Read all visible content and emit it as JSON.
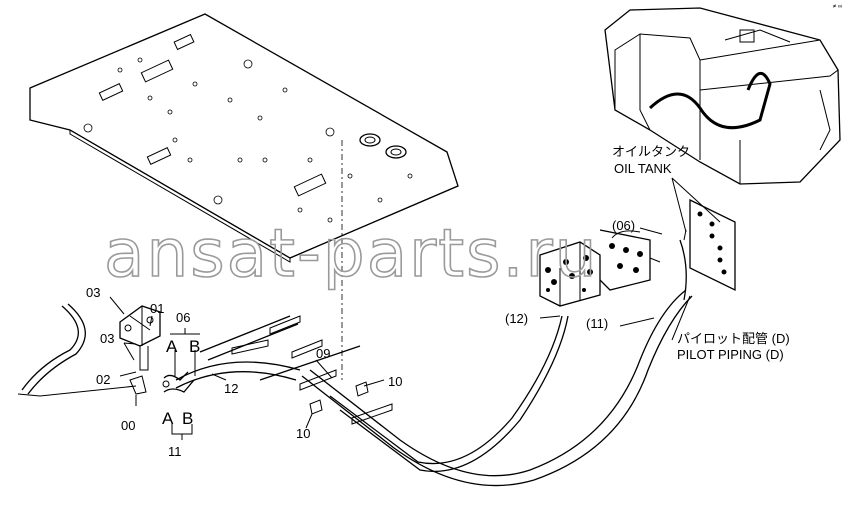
{
  "labels": {
    "oil_tank_jp": "オイルタンク",
    "oil_tank_en": "OIL TANK",
    "pilot_piping_jp": "パイロット配管 (D)",
    "pilot_piping_en": "PILOT PIPING (D)",
    "p06_paren": "(06)",
    "p12_paren": "(12)",
    "p11_paren": "(11)",
    "p03_a": "03",
    "p03_b": "03",
    "p01": "01",
    "p02": "02",
    "p00": "00",
    "p06": "06",
    "p09": "09",
    "p10_a": "10",
    "p10_b": "10",
    "p12": "12",
    "p11": "11",
    "a_top": "A",
    "b_top": "B",
    "a_bottom": "A",
    "b_bottom": "B"
  },
  "watermark": "ansat-parts.ru"
}
